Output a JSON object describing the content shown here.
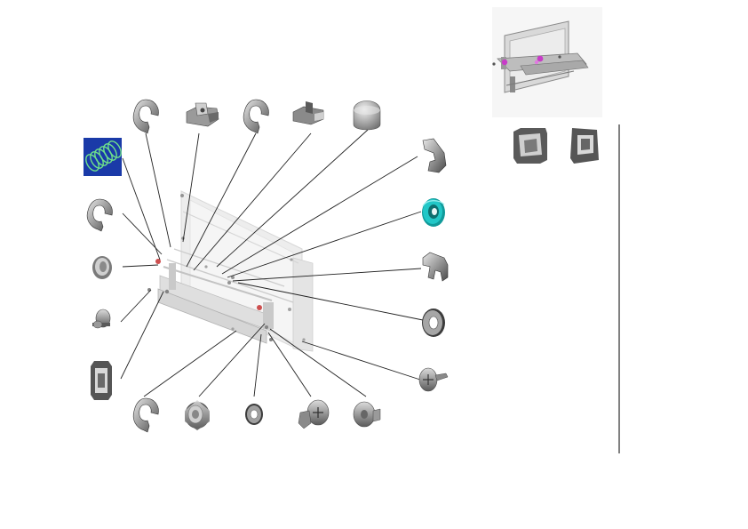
{
  "view": "exploded-parts-diagram",
  "divider_visible": true,
  "colors": {
    "spring_bg": "#1a3aa8",
    "spring_coil": "#6ee08a",
    "bearing": "#22c7c7",
    "accent_pin": "#c83cc8",
    "part_dark": "#4a4a4a",
    "part_mid": "#8a8a8a",
    "part_light": "#d6d6d6",
    "leader": "#222222"
  },
  "parts": [
    {
      "id": "e-ring-top-1",
      "icon": "e-ring-icon"
    },
    {
      "id": "bracket-top-1",
      "icon": "bracket-icon"
    },
    {
      "id": "e-ring-top-2",
      "icon": "e-ring-icon"
    },
    {
      "id": "clip-top",
      "icon": "clip-icon"
    },
    {
      "id": "cap-top",
      "icon": "cap-icon"
    },
    {
      "id": "spring",
      "icon": "spring-icon"
    },
    {
      "id": "e-ring-left",
      "icon": "e-ring-icon"
    },
    {
      "id": "bushing-left",
      "icon": "bushing-icon"
    },
    {
      "id": "pin-left",
      "icon": "pin-icon"
    },
    {
      "id": "frame-left",
      "icon": "frame-icon"
    },
    {
      "id": "lever-right",
      "icon": "lever-icon"
    },
    {
      "id": "bearing-right",
      "icon": "bearing-icon"
    },
    {
      "id": "hook-right",
      "icon": "hook-icon"
    },
    {
      "id": "washer-right",
      "icon": "washer-icon"
    },
    {
      "id": "screw-right",
      "icon": "screw-icon"
    },
    {
      "id": "e-ring-bottom",
      "icon": "e-ring-icon"
    },
    {
      "id": "bushing-bottom",
      "icon": "bushing-icon"
    },
    {
      "id": "washer-bottom",
      "icon": "washer-icon"
    },
    {
      "id": "screw-bottom-1",
      "icon": "screw-icon"
    },
    {
      "id": "screw-bottom-2",
      "icon": "screw-icon"
    },
    {
      "id": "holder-a",
      "icon": "holder-icon"
    },
    {
      "id": "holder-b",
      "icon": "holder-icon"
    }
  ]
}
